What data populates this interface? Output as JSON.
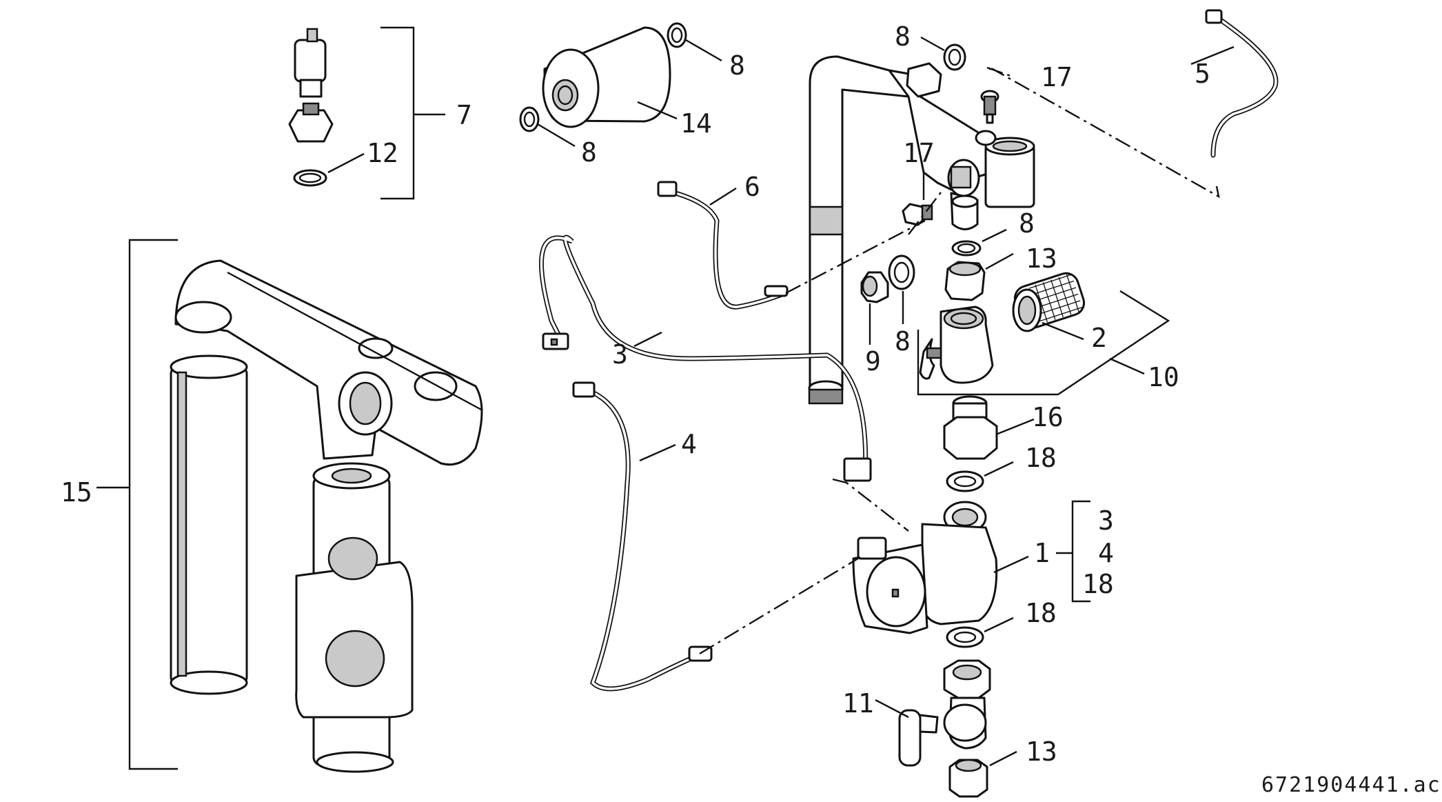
{
  "diagram": {
    "drawing_code": "6721904441.ac",
    "part_labels": {
      "p1": "1",
      "p2": "2",
      "p3": "3",
      "p4": "4",
      "p5": "5",
      "p6": "6",
      "p7": "7",
      "p8a": "8",
      "p8b": "8",
      "p8c": "8",
      "p8d": "8",
      "p8e": "8",
      "p9": "9",
      "p10": "10",
      "p11": "11",
      "p12": "12",
      "p13a": "13",
      "p13b": "13",
      "p14": "14",
      "p15": "15",
      "p16": "16",
      "p17a": "17",
      "p17b": "17",
      "p18a": "18",
      "p18b": "18"
    },
    "pump_includes": [
      "3",
      "4",
      "18"
    ]
  }
}
